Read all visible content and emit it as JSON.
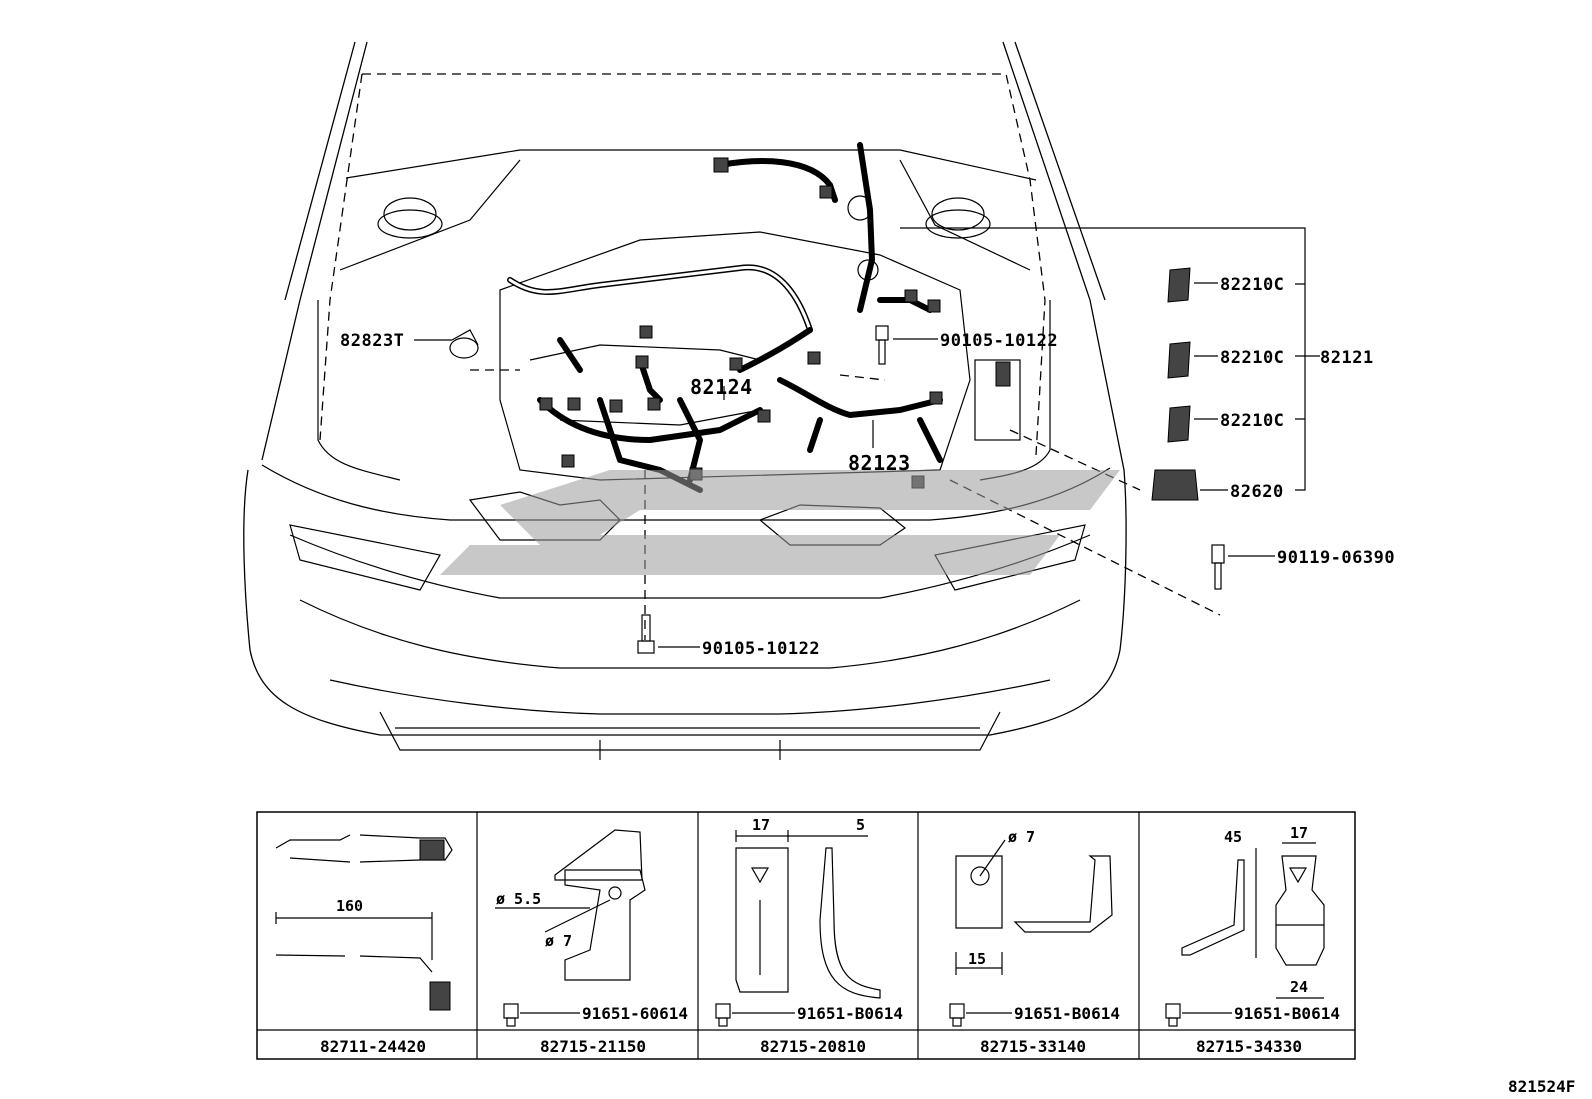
{
  "diagram_id": "821524F",
  "callouts": {
    "sensor_left": "82823T",
    "bolt_top": "90105-10122",
    "harness_main": "82124",
    "harness_sub": "82123",
    "bolt_bottom": "90105-10122",
    "bolt_right": "90119-06390",
    "group": "82121",
    "connector_1": "82210C",
    "connector_2": "82210C",
    "connector_3": "82210C",
    "relay_block": "82620"
  },
  "clamp_table": [
    {
      "part_number": "82711-24420",
      "bolt": "",
      "dimensions": [
        "160"
      ]
    },
    {
      "part_number": "82715-21150",
      "bolt": "91651-60614",
      "dimensions": [
        "ø 5.5",
        "ø 7"
      ]
    },
    {
      "part_number": "82715-20810",
      "bolt": "91651-B0614",
      "dimensions": [
        "17",
        "5"
      ]
    },
    {
      "part_number": "82715-33140",
      "bolt": "91651-B0614",
      "dimensions": [
        "ø 7",
        "15"
      ]
    },
    {
      "part_number": "82715-34330",
      "bolt": "91651-B0614",
      "dimensions": [
        "45",
        "17",
        "24"
      ]
    }
  ]
}
